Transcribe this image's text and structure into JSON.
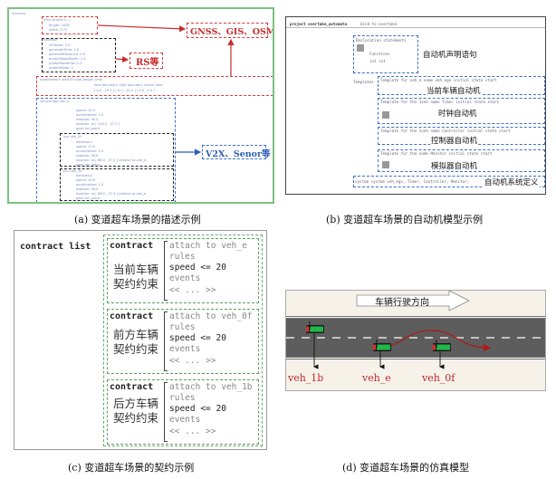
{
  "captions": {
    "a": "(a)  变道超车场景的描述示例",
    "b": "(b)  变道超车场景的自动机模型示例",
    "c": "(c)  变道超车场景的契约示例",
    "d": "(d)  变道超车场景的仿真模型"
  },
  "panel_a": {
    "annotations": {
      "gnss": "GNSS、GIS、OSM等",
      "rs": "RS等",
      "v2x": "V2X、Senor等"
    },
    "code_lines": {
      "l0": "scenario",
      "l1": "map  lane(id:2...)",
      "l2": "length: 1000",
      "l3": "width: 3.75",
      "l4": "roadside",
      "l5": "ctrlState: 2.0",
      "l6": "generateTime: 1.0",
      "l7": "generateDistance: 1.0",
      "l8": "predictRoadDepth: 1.0",
      "l9": "predictNodeOpt: 1.0",
      "l10": "predictMode: 1",
      "l11": "roadnetwork   road ID  road_length_time",
      "l12": "lane boundary    right boundary    center lines",
      "l13": "[ 0.0 , 10.5 ]  [ 0.0 , 10.5 ]  [ 0.0 , 1.0 ]",
      "l14": "vehicle  ego  veh_e",
      "l15": "speed: 20.0",
      "l16": "acceleration: 1.0",
      "l17": "rotation: 90.0",
      "l18": "location: at [ 105.0 , 37.5 ]",
      "l19": "goal: ter_point",
      "l20": "npc  veh_0f",
      "l21": "behaviour",
      "l22": "speed: 20.0",
      "l23": "acceleration: 1.0",
      "l24": "rotation: 90.0",
      "l25": "location: at [ 88.0 , 37.5 ] relative to veh_e",
      "l26": "goal: ter_point",
      "l27": "npc  veh_1b",
      "l28": "behaviour",
      "l29": "speed: 20.0",
      "l30": "acceleration: 1.0",
      "l31": "rotation: 90.0",
      "l32": "location: at [ 68.0 , 37.5 ] relative to veh_e",
      "l33": "goal: ter_point"
    }
  },
  "panel_b": {
    "header_left": "project overtake_automata",
    "header_right": "bind to overtake",
    "decl_code_1": "Declaration statements",
    "decl_code_2": "Functions",
    "decl_code_3": "int  int",
    "decl_label": "自动机声明语句",
    "templates_label": "Templates",
    "templates": [
      {
        "code": "Template for veh_e    name veh_ego    initial state start",
        "label": "当前车辆自动机"
      },
      {
        "code": "Template for the 1veh    name Timer    initial state start",
        "label": "时钟自动机"
      },
      {
        "code": "Template for the 2veh    name Controller    initial state start",
        "label": "控制器自动机"
      },
      {
        "code": "Template for the    name Monitor    initial state start",
        "label": "模拟器自动机"
      }
    ],
    "system_code": "system  system veh_ego, Timer, Controller, Monitor;",
    "system_label": "自动机系统定义"
  },
  "panel_c": {
    "title": "contract list",
    "contracts": [
      {
        "kw": "contract",
        "cn1": "当前车辆",
        "cn2": "契约约束",
        "attach": "attach to veh_e",
        "rules": "rules",
        "speed": "speed <= 20",
        "events": "events",
        "more": "<< ... >>"
      },
      {
        "kw": "contract",
        "cn1": "前方车辆",
        "cn2": "契约约束",
        "attach": "attach to veh_0f",
        "rules": "rules",
        "speed": "speed <= 20",
        "events": "events",
        "more": "<< ... >>"
      },
      {
        "kw": "contract",
        "cn1": "后方车辆",
        "cn2": "契约约束",
        "attach": "attach to veh_1b",
        "rules": "rules",
        "speed": "speed <= 20",
        "events": "events",
        "more": "<< ... >>"
      }
    ]
  },
  "panel_d": {
    "direction": "车辆行驶方向",
    "labels": {
      "v1b": "veh_1b",
      "ve": "veh_e",
      "v0f": "veh_0f"
    },
    "colors": {
      "road": "#5d5d5d",
      "car_body": "#1a1a1a",
      "car_main": "#22b84a",
      "car_red": "#d93030",
      "label": "#c0282c",
      "trajectory": "#b01818"
    }
  }
}
